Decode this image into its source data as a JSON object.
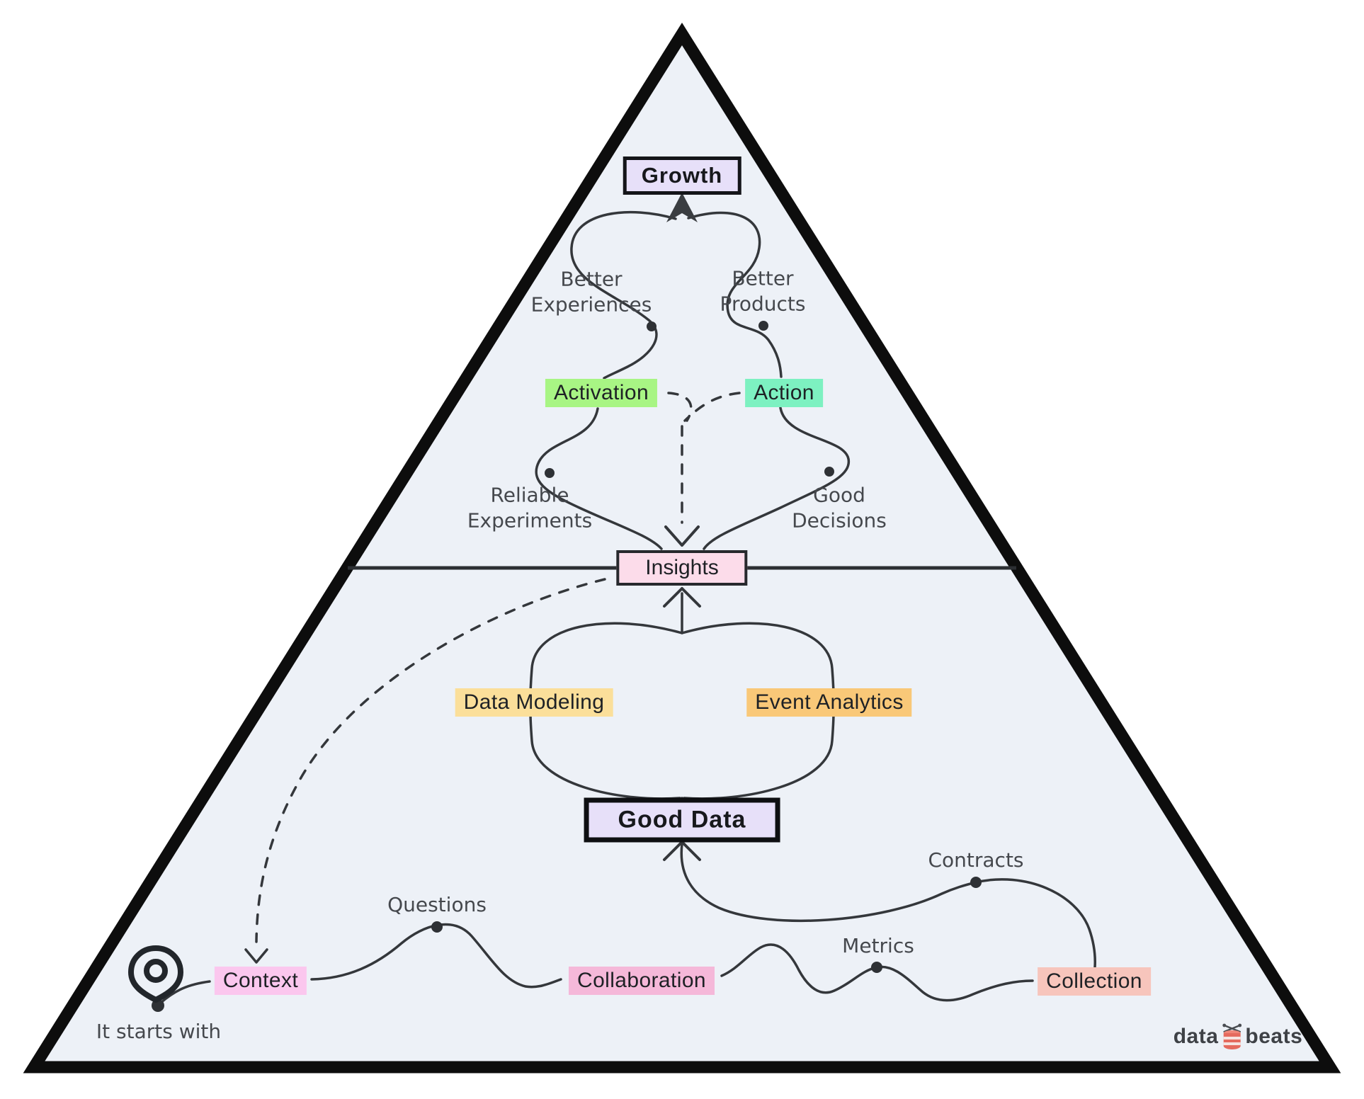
{
  "pyramid": {
    "apex_box": {
      "label": "Growth"
    },
    "middle_box": {
      "label": "Insights"
    },
    "lower_box": {
      "label": "Good Data"
    },
    "top_section": {
      "annotations": {
        "better_experiences": "Better\nExperiences",
        "better_products": "Better\nProducts",
        "reliable_experiments": "Reliable\nExperiments",
        "good_decisions": "Good\nDecisions"
      },
      "highlights": {
        "activation": {
          "label": "Activation",
          "color": "#a8f584"
        },
        "action": {
          "label": "Action",
          "color": "#7df1c1"
        }
      }
    },
    "middle_section": {
      "highlights": {
        "data_modeling": {
          "label": "Data Modeling",
          "color": "#fbdf9a"
        },
        "event_analytics": {
          "label": "Event Analytics",
          "color": "#f9c878"
        }
      }
    },
    "bottom_section": {
      "annotations": {
        "questions": "Questions",
        "metrics": "Metrics",
        "contracts": "Contracts",
        "it_starts_with": "It starts with"
      },
      "highlights": {
        "context": {
          "label": "Context",
          "color": "#fbc7ee"
        },
        "collaboration": {
          "label": "Collaboration",
          "color": "#f5b8d9"
        },
        "collection": {
          "label": "Collection",
          "color": "#f7c5bc"
        }
      }
    },
    "icons": {
      "location_pin": "location-pin-icon",
      "drum": "drum-icon"
    },
    "logo": {
      "part1": "data",
      "part2": "beats"
    },
    "colors": {
      "triangle_fill": "#edf1f7",
      "triangle_border": "#0d0d0d",
      "line": "#34373b",
      "apex_box_fill": "#e7e0f9",
      "middle_box_fill": "#fcdcea",
      "lower_box_fill": "#e7e0f9"
    }
  }
}
